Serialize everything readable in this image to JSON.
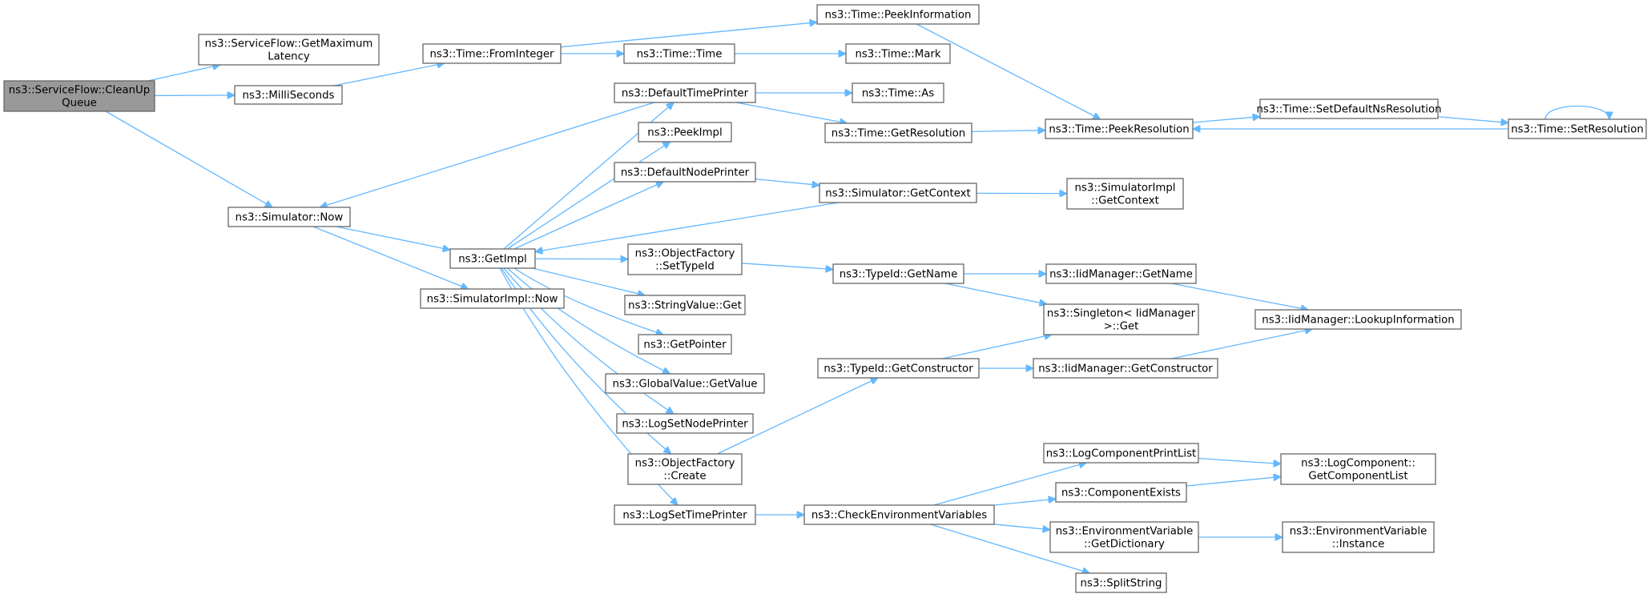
{
  "colors": {
    "edge": "#63b8ff",
    "node_border": "#666666",
    "root_fill": "#999999",
    "node_fill": "#ffffff"
  },
  "nodes": {
    "cleanup": [
      "ns3::ServiceFlow::CleanUp",
      "Queue"
    ],
    "getmaxlat": [
      "ns3::ServiceFlow::GetMaximum",
      "Latency"
    ],
    "milliseconds": [
      "ns3::MilliSeconds"
    ],
    "simnow": [
      "ns3::Simulator::Now"
    ],
    "frominteger": [
      "ns3::Time::FromInteger"
    ],
    "peekinfo": [
      "ns3::Time::PeekInformation"
    ],
    "timetime": [
      "ns3::Time::Time"
    ],
    "mark": [
      "ns3::Time::Mark"
    ],
    "defaulttimeprinter": [
      "ns3::DefaultTimePrinter"
    ],
    "as": [
      "ns3::Time::As"
    ],
    "getresolution": [
      "ns3::Time::GetResolution"
    ],
    "peekresolution": [
      "ns3::Time::PeekResolution"
    ],
    "setdefaultns": [
      "ns3::Time::SetDefaultNsResolution"
    ],
    "setresolution": [
      "ns3::Time::SetResolution"
    ],
    "peekimpl": [
      "ns3::PeekImpl"
    ],
    "defaultnodeprinter": [
      "ns3::DefaultNodePrinter"
    ],
    "simgetcontext": [
      "ns3::Simulator::GetContext"
    ],
    "simimplgetcontext": [
      "ns3::SimulatorImpl",
      "::GetContext"
    ],
    "getimpl": [
      "ns3::GetImpl"
    ],
    "simimplnow": [
      "ns3::SimulatorImpl::Now"
    ],
    "ofsettypeid": [
      "ns3::ObjectFactory",
      "::SetTypeId"
    ],
    "typeidgetname": [
      "ns3::TypeId::GetName"
    ],
    "iidgetname": [
      "ns3::IidManager::GetName"
    ],
    "singletonget": [
      "ns3::Singleton< IidManager",
      ">::Get"
    ],
    "lookupinfo": [
      "ns3::IidManager::LookupInformation"
    ],
    "stringvalueget": [
      "ns3::StringValue::Get"
    ],
    "getpointer": [
      "ns3::GetPointer"
    ],
    "typeidgetconstructor": [
      "ns3::TypeId::GetConstructor"
    ],
    "iidgetconstructor": [
      "ns3::IidManager::GetConstructor"
    ],
    "globalvaluegetvalue": [
      "ns3::GlobalValue::GetValue"
    ],
    "logsetnodeprinter": [
      "ns3::LogSetNodePrinter"
    ],
    "ofcreate": [
      "ns3::ObjectFactory",
      "::Create"
    ],
    "logsettimeprinter": [
      "ns3::LogSetTimePrinter"
    ],
    "checkenv": [
      "ns3::CheckEnvironmentVariables"
    ],
    "logcompprintlist": [
      "ns3::LogComponentPrintList"
    ],
    "componentexists": [
      "ns3::ComponentExists"
    ],
    "getcomponentlist": [
      "ns3::LogComponent::",
      "GetComponentList"
    ],
    "envgetdict": [
      "ns3::EnvironmentVariable",
      "::GetDictionary"
    ],
    "envinstance": [
      "ns3::EnvironmentVariable",
      "::Instance"
    ],
    "splitstring": [
      "ns3::SplitString"
    ]
  }
}
